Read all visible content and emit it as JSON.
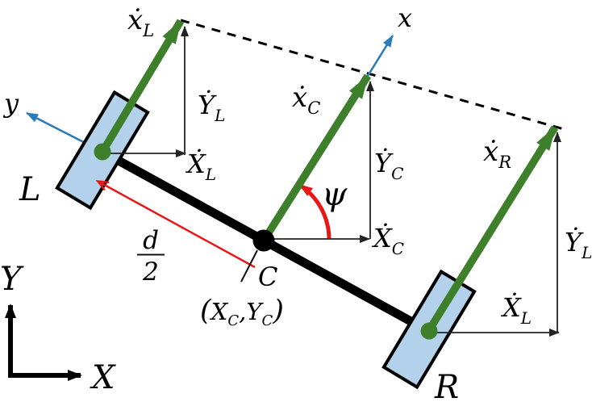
{
  "figure": {
    "description": "differential drive robot kinematics diagram",
    "labels": {
      "xdot_L": {
        "main": "ẋ",
        "sub": "L"
      },
      "body_x_axis": "x",
      "body_y_axis": "y",
      "wheel_left": "L",
      "Ydot_L_left": {
        "main": "Ẏ",
        "sub": "L"
      },
      "Xdot_L_left": {
        "main": "Ẋ",
        "sub": "L"
      },
      "xdot_C": {
        "main": "ẋ",
        "sub": "C"
      },
      "Ydot_C": {
        "main": "Ẏ",
        "sub": "C"
      },
      "Xdot_C": {
        "main": "Ẋ",
        "sub": "C"
      },
      "heading_angle": "ψ",
      "xdot_R": {
        "main": "ẋ",
        "sub": "R"
      },
      "Ydot_L_right": {
        "main": "Ẏ",
        "sub": "L"
      },
      "Xdot_L_right": {
        "main": "Ẋ",
        "sub": "L"
      },
      "center_point": "C",
      "center_coords": {
        "open": "(",
        "x": "X",
        "x_sub": "C",
        "comma": ",",
        "y": "Y",
        "y_sub": "C",
        "close": ")"
      },
      "half_track": {
        "numerator": "d",
        "denominator": "2"
      },
      "global_Y": "Y",
      "global_X": "X",
      "wheel_right": "R"
    },
    "colors": {
      "velocity_arrow_green": "#3d7f2b",
      "body_axis_blue": "#2b7bba",
      "annotation_red": "#e81818",
      "wheel_fill": "#b3d1ea",
      "line_black": "#000000"
    }
  }
}
